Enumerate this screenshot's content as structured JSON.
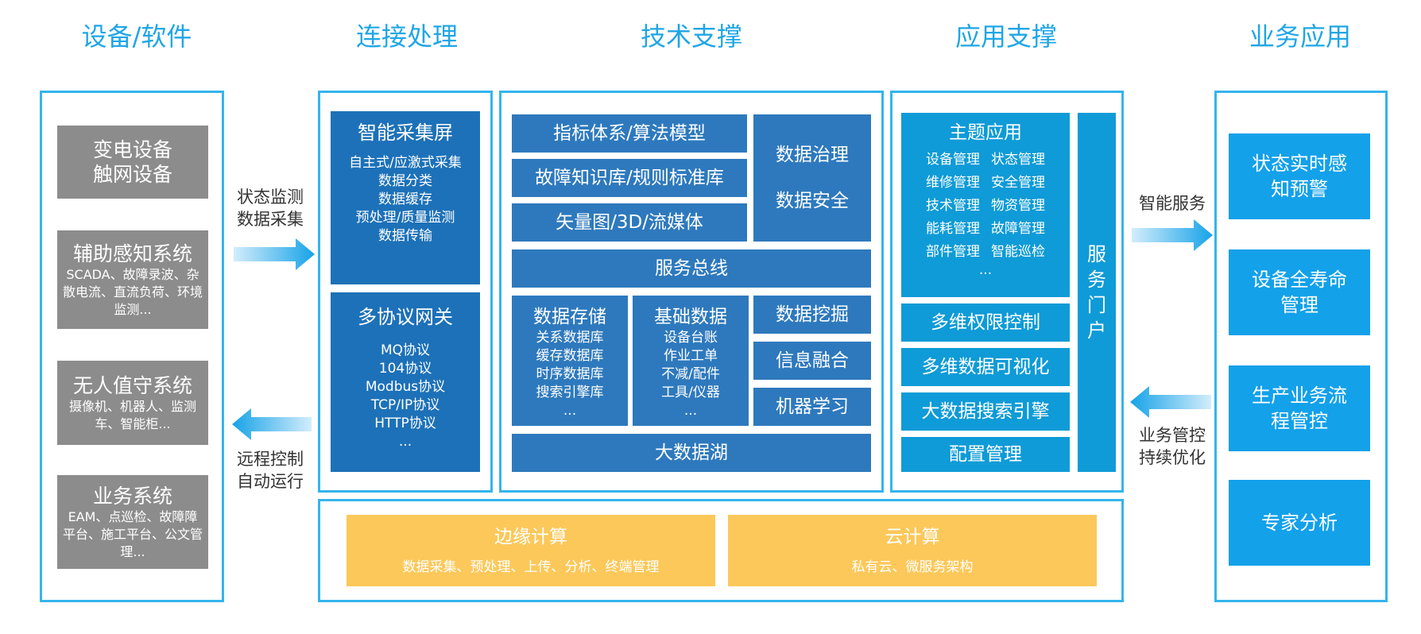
{
  "headers": {
    "devices": "设备/软件",
    "connection": "连接处理",
    "tech": "技术支撑",
    "app_support": "应用支撑",
    "business": "业务应用"
  },
  "devices": [
    {
      "title": "变电设备",
      "title2": "触网设备",
      "sub": ""
    },
    {
      "title": "辅助感知系统",
      "sub": "SCADA、故障录波、杂散电流、直流负荷、环境监测..."
    },
    {
      "title": "无人值守系统",
      "sub": "摄像机、机器人、监测车、智能柜..."
    },
    {
      "title": "业务系统",
      "sub": "EAM、点巡检、故障障平台、施工平台、公文管理..."
    }
  ],
  "left_arrows": {
    "top_line1": "状态监测",
    "top_line2": "数据采集",
    "bottom_line1": "远程控制",
    "bottom_line2": "自动运行"
  },
  "connection": {
    "screen_title": "智能采集屏",
    "screen_items": [
      "自主式/应激式采集",
      "数据分类",
      "数据缓存",
      "预处理/质量监测",
      "数据传输"
    ],
    "gateway_title": "多协议网关",
    "gateway_items": [
      "MQ协议",
      "104协议",
      "Modbus协议",
      "TCP/IP协议",
      "HTTP协议",
      "..."
    ]
  },
  "tech": {
    "row1": "指标体系/算法模型",
    "row2": "故障知识库/规则标准库",
    "row3": "矢量图/3D/流媒体",
    "gov1": "数据治理",
    "gov2": "数据安全",
    "bus": "服务总线",
    "storage_title": "数据存储",
    "storage_items": [
      "关系数据库",
      "缓存数据库",
      "时序数据库",
      "搜索引擎库",
      "..."
    ],
    "base_title": "基础数据",
    "base_items": [
      "设备台账",
      "作业工单",
      "不减/配件",
      "工具/仪器",
      "..."
    ],
    "mining": "数据挖掘",
    "fusion": "信息融合",
    "ml": "机器学习",
    "lake": "大数据湖"
  },
  "app_support": {
    "theme_title": "主题应用",
    "theme_items": [
      "设备管理",
      "状态管理",
      "维修管理",
      "安全管理",
      "技术管理",
      "物资管理",
      "能耗管理",
      "故障管理",
      "部件管理",
      "智能巡检"
    ],
    "theme_more": "...",
    "rows": [
      "多维权限控制",
      "多维数据可视化",
      "大数据搜索引擎",
      "配置管理"
    ],
    "portal": "服务门户"
  },
  "right_arrows": {
    "top": "智能服务",
    "bottom_line1": "业务管控",
    "bottom_line2": "持续优化"
  },
  "business": [
    {
      "line1": "状态实时感",
      "line2": "知预警"
    },
    {
      "line1": "设备全寿命",
      "line2": "管理"
    },
    {
      "line1": "生产业务流",
      "line2": "程管控"
    },
    {
      "line1": "专家分析",
      "line2": ""
    }
  ],
  "computing": {
    "edge_title": "边缘计算",
    "edge_sub": "数据采集、预处理、上传、分析、终端管理",
    "cloud_title": "云计算",
    "cloud_sub": "私有云、微服务架构"
  },
  "colors": {
    "frame": "#35b4ec",
    "header": "#1fa6e6",
    "gray": "#8c8c8c",
    "dark_blue": "#1d71b8",
    "mid_blue": "#2e79bd",
    "cyan_blue": "#0f9bd7",
    "bright_blue": "#13a1ea",
    "yellow": "#fcc85a"
  }
}
